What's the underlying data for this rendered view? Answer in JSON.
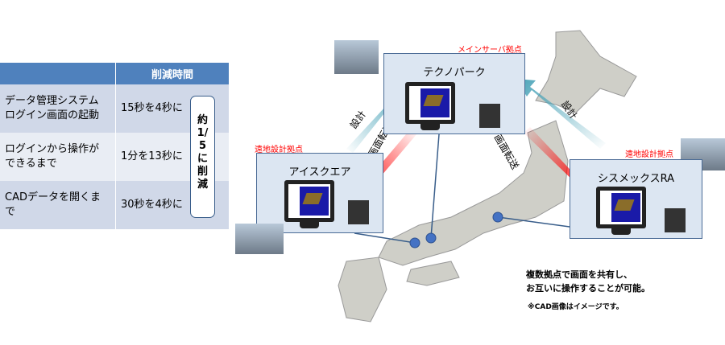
{
  "table": {
    "header": [
      "",
      "削減時間"
    ],
    "rows": [
      {
        "task": "データ管理システム ログイン画面の起動",
        "time": "15秒を4秒に"
      },
      {
        "task": "ログインから操作が できるまで",
        "time": "1分を13秒に"
      },
      {
        "task": "CADデータを開くまで",
        "time": "30秒を4秒に"
      }
    ],
    "summary": "約1/5に削減"
  },
  "sites": {
    "main": {
      "label": "メインサーバ拠点",
      "name": "テクノパーク"
    },
    "remote1": {
      "label": "遠地設計拠点",
      "name": "アイスクエア"
    },
    "remote2": {
      "label": "遠地設計拠点",
      "name": "シスメックスRA"
    }
  },
  "arrows": {
    "design": "設計",
    "transfer": "画面転送"
  },
  "note": {
    "line1": "複数拠点で画面を共有し、",
    "line2": "お互いに操作することが可能。",
    "footnote": "※CAD画像はイメージです。"
  },
  "colors": {
    "header": "#4f81bd",
    "box": "#dce6f2",
    "red": "#ff0000",
    "teal": "#4aa3b8"
  }
}
